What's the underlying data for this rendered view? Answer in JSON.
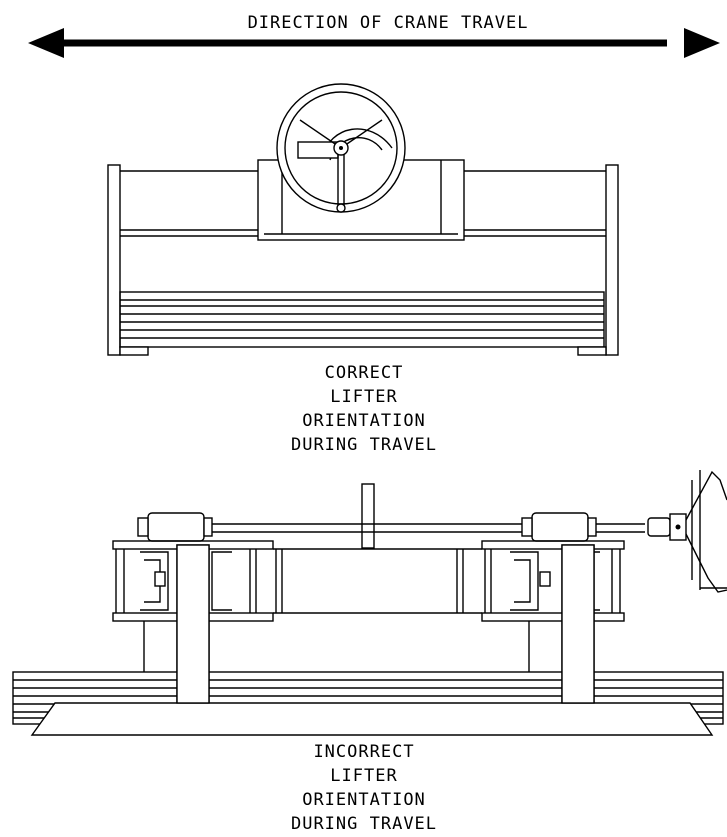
{
  "direction_label": "DIRECTION OF CRANE TRAVEL",
  "correct_caption": [
    "CORRECT",
    "LIFTER",
    "ORIENTATION",
    "DURING TRAVEL"
  ],
  "incorrect_caption": [
    "INCORRECT",
    "LIFTER",
    "ORIENTATION",
    "DURING TRAVEL"
  ],
  "colors": {
    "line": "#000000",
    "background": "#ffffff"
  }
}
